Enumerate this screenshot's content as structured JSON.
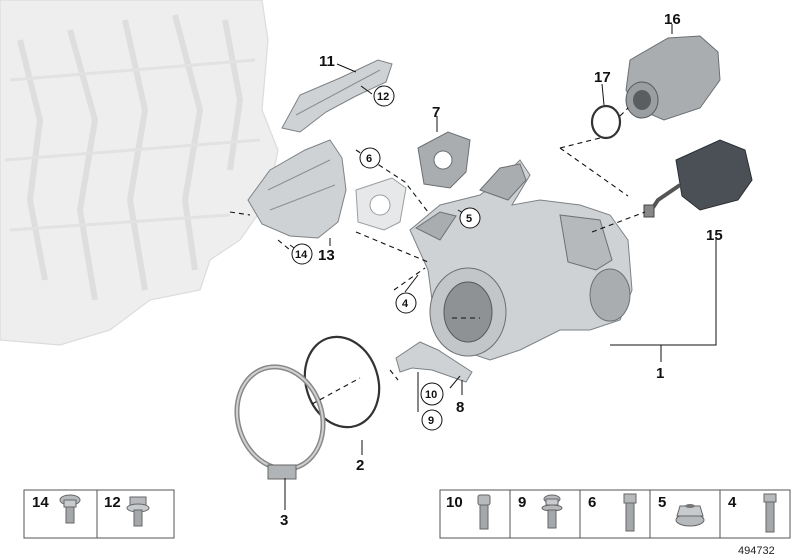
{
  "labels": {
    "p1": "1",
    "p2": "2",
    "p3": "3",
    "p4": "4",
    "p5": "5",
    "p6": "6",
    "p7": "7",
    "p8": "8",
    "p9": "9",
    "p10": "10",
    "p11": "11",
    "p12": "12",
    "p13": "13",
    "p14": "14",
    "p15": "15",
    "p16": "16",
    "p17": "17"
  },
  "hardware_left": [
    "14",
    "12"
  ],
  "hardware_right": [
    "10",
    "9",
    "6",
    "5",
    "4"
  ],
  "image_number": "494732"
}
